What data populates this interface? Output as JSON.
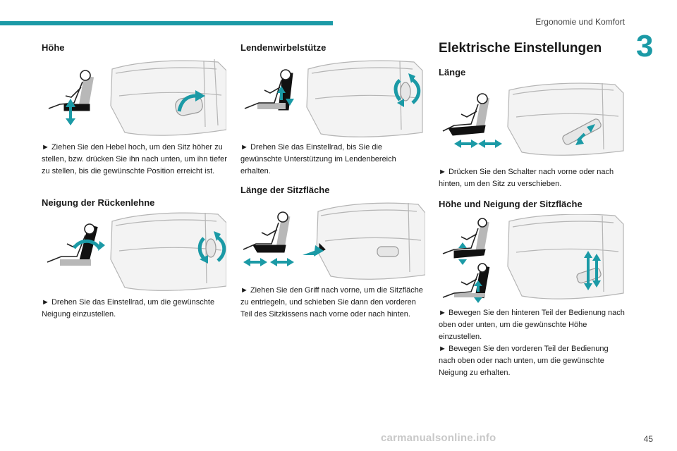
{
  "header": {
    "chapter_title": "Ergonomie und Komfort",
    "chapter_number": "3",
    "accent_color": "#1b9aa6"
  },
  "col1": {
    "s1_title": "Höhe",
    "s1_text": "► Ziehen Sie den Hebel hoch, um den Sitz höher zu stellen, bzw. drücken Sie ihn nach unten, um ihn tiefer zu stellen, bis die gewünschte Position erreicht ist.",
    "s2_title": "Neigung der Rückenlehne",
    "s2_text": "► Drehen Sie das Einstellrad, um die gewünschte Neigung einzustellen."
  },
  "col2": {
    "s1_title": "Lendenwirbelstütze",
    "s1_text": "► Drehen Sie das Einstellrad, bis Sie die gewünschte Unterstützung im Lendenbereich erhalten.",
    "s2_title": "Länge der Sitzfläche",
    "s2_text": "► Ziehen Sie den Griff nach vorne, um die Sitzfläche zu entriegeln, und schieben Sie dann den vorderen Teil des Sitzkissens nach vorne oder nach hinten."
  },
  "col3": {
    "main_title": "Elektrische Einstellungen",
    "s1_title": "Länge",
    "s1_text": "► Drücken Sie den Schalter nach vorne oder nach hinten, um den Sitz zu verschieben.",
    "s2_title": "Höhe und Neigung der Sitzfläche",
    "s2_text_a": "► Bewegen Sie den hinteren Teil der Bedienung nach oben oder unten, um die gewünschte Höhe einzustellen.",
    "s2_text_b": "► Bewegen Sie den vorderen Teil der Bedienung nach oben oder nach unten, um die gewünschte Neigung zu erhalten."
  },
  "footer": {
    "page_number": "45",
    "watermark": "carmanualsonline.info"
  }
}
